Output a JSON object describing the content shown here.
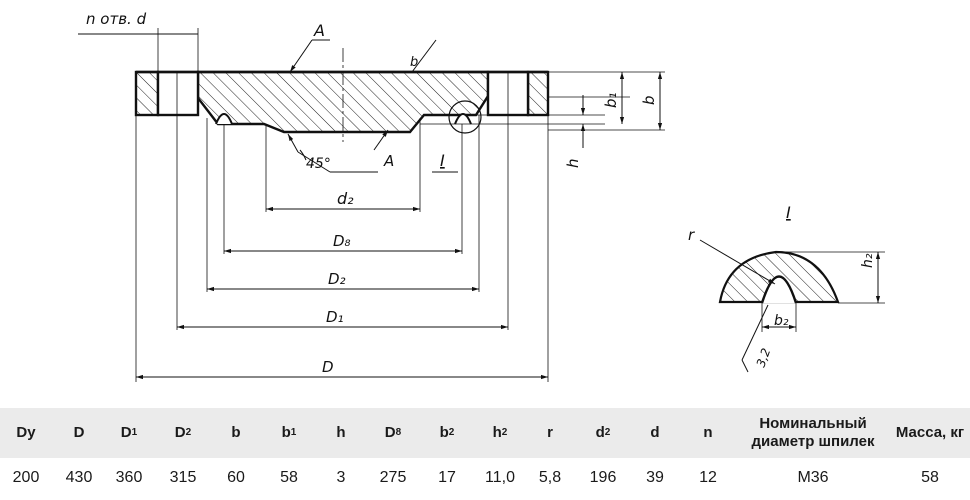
{
  "drawing": {
    "labels": {
      "holes": "n отв. d",
      "section_a": "A",
      "b_small": "b",
      "b": "b",
      "b1": "b₁",
      "h": "h",
      "angle": "45°",
      "section_a_bottom": "A",
      "detail_i": "I",
      "d2": "d₂",
      "d8": "D₈",
      "D2": "D₂",
      "D1": "D₁",
      "D": "D"
    },
    "detail": {
      "title": "I",
      "r": "r",
      "h2": "h₂",
      "b2": "b₂",
      "roughness": "3,2"
    }
  },
  "table": {
    "headers": [
      {
        "main": "Dy",
        "sub": ""
      },
      {
        "main": "D",
        "sub": ""
      },
      {
        "main": "D",
        "sub": "1"
      },
      {
        "main": "D",
        "sub": "2"
      },
      {
        "main": "b",
        "sub": ""
      },
      {
        "main": "b",
        "sub": "1"
      },
      {
        "main": "h",
        "sub": ""
      },
      {
        "main": "D",
        "sub": "8"
      },
      {
        "main": "b",
        "sub": "2"
      },
      {
        "main": "h",
        "sub": "2"
      },
      {
        "main": "r",
        "sub": ""
      },
      {
        "main": "d",
        "sub": "2"
      },
      {
        "main": "d",
        "sub": ""
      },
      {
        "main": "n",
        "sub": ""
      },
      {
        "main": "Номинальный диаметр шпилек",
        "sub": ""
      },
      {
        "main": "Масса, кг",
        "sub": ""
      }
    ],
    "row": [
      "200",
      "430",
      "360",
      "315",
      "60",
      "58",
      "3",
      "275",
      "17",
      "11,0",
      "5,8",
      "196",
      "39",
      "12",
      "М36",
      "58"
    ]
  }
}
